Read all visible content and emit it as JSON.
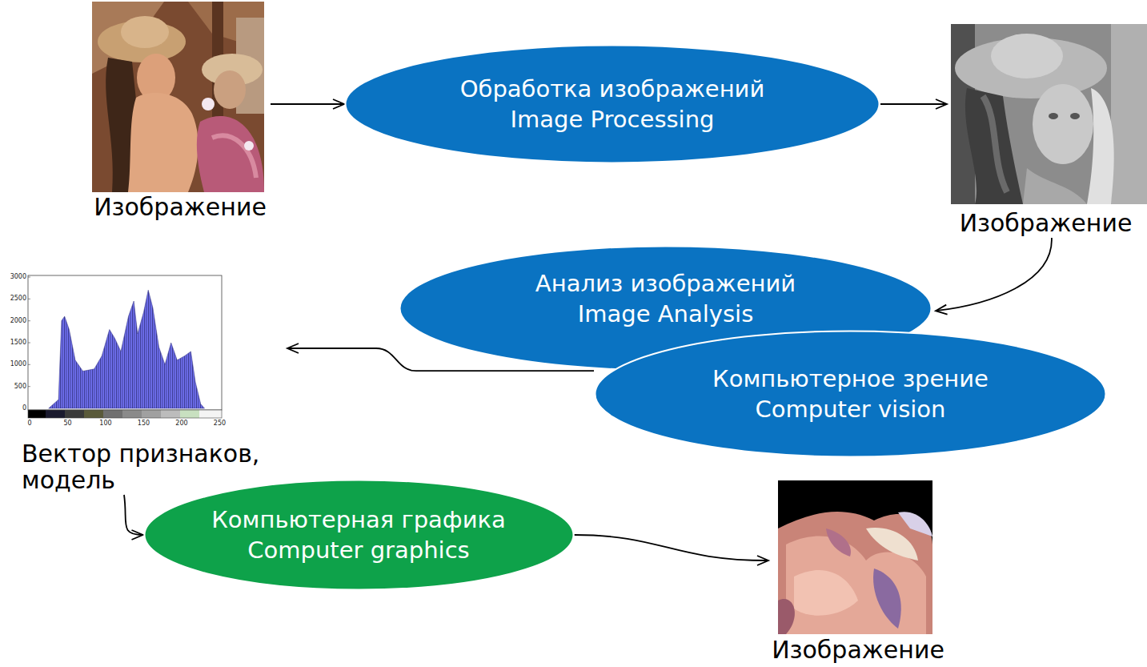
{
  "diagram": {
    "nodes": [
      {
        "text": [
          "Изображение"
        ]
      },
      {
        "text": [
          "Обработка изображений",
          "Image Processing"
        ]
      },
      {
        "text": [
          "Изображение"
        ]
      },
      {
        "text": [
          "Анализ изображений",
          "Image Analysis"
        ]
      },
      {
        "text": [
          "Компьютерное зрение",
          "Computer vision"
        ]
      },
      {
        "text": [
          "Вектор признаков, модель"
        ]
      },
      {
        "text": [
          "Компьютерная графика",
          "Computer graphics"
        ]
      },
      {
        "text": [
          "Изображение"
        ]
      }
    ],
    "edges": [
      {
        "from": 0,
        "to": 1,
        "arrow": "to"
      },
      {
        "from": 1,
        "to": 2,
        "arrow": "to"
      },
      {
        "from": 2,
        "to": 3,
        "arrow": "to"
      },
      {
        "from": 4,
        "to": 5,
        "arrow": "to"
      },
      {
        "from": 5,
        "to": 6,
        "arrow": "to"
      },
      {
        "from": 6,
        "to": 7,
        "arrow": "to"
      }
    ],
    "labels": [
      "3000",
      "2500",
      "2000",
      "1500",
      "1000",
      "500",
      "0",
      "0",
      "50",
      "100",
      "150",
      "200",
      "250"
    ]
  }
}
